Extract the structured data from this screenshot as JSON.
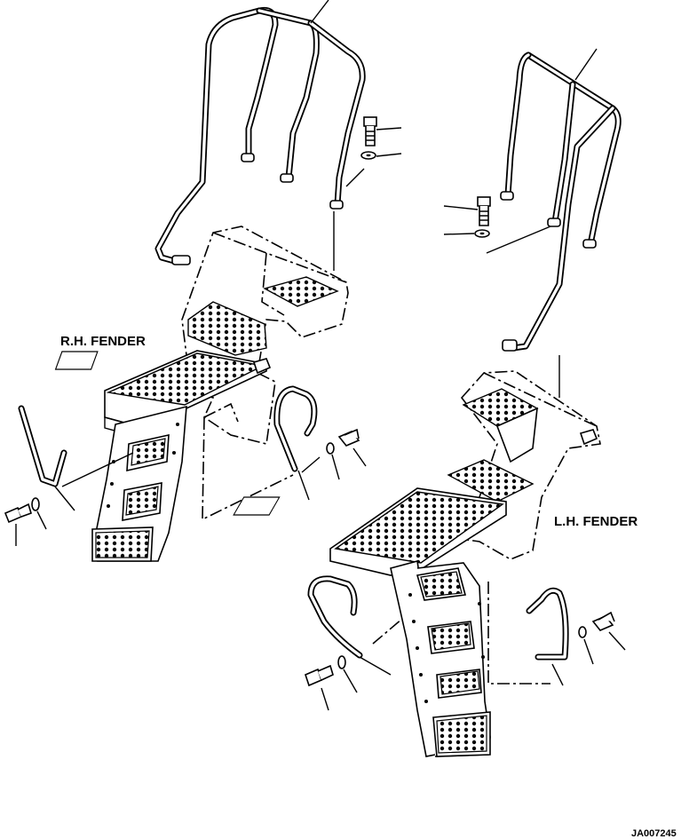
{
  "labels": {
    "rh_fender": "R.H. FENDER",
    "lh_fender": "L.H. FENDER",
    "drawing_code": "JA007245"
  },
  "parts": {
    "rh": [
      "handrail",
      "bolt",
      "washer",
      "grab-handle",
      "fender-step",
      "step-ladder"
    ],
    "lh": [
      "handrail",
      "bolt",
      "washer",
      "grab-handle",
      "fender-step",
      "step-ladder"
    ]
  }
}
